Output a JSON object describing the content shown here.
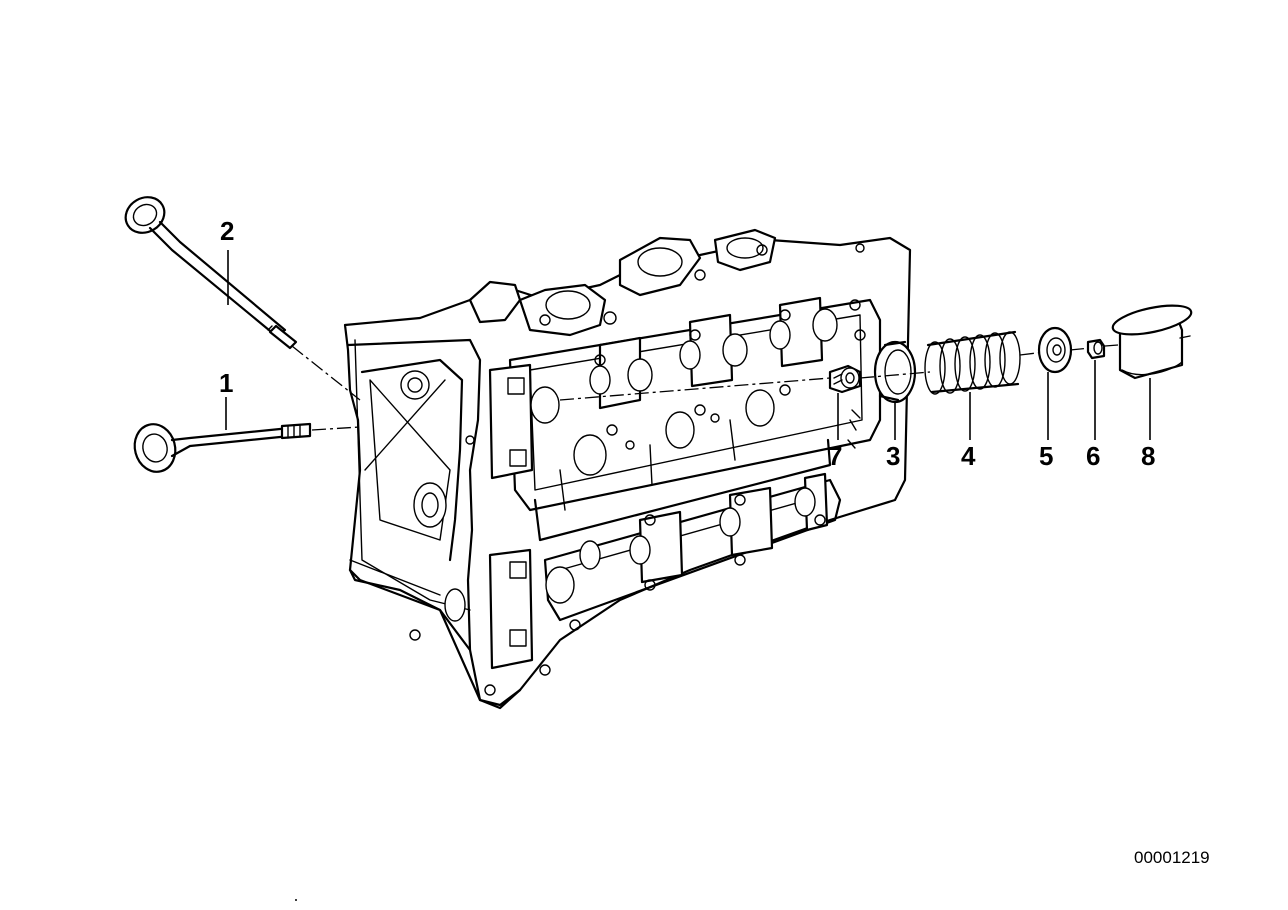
{
  "diagram": {
    "callouts": {
      "c1": "1",
      "c2": "2",
      "c3": "3",
      "c4": "4",
      "c5": "5",
      "c6": "6",
      "c7": "7",
      "c8": "8"
    },
    "reference_number": "00001219"
  }
}
